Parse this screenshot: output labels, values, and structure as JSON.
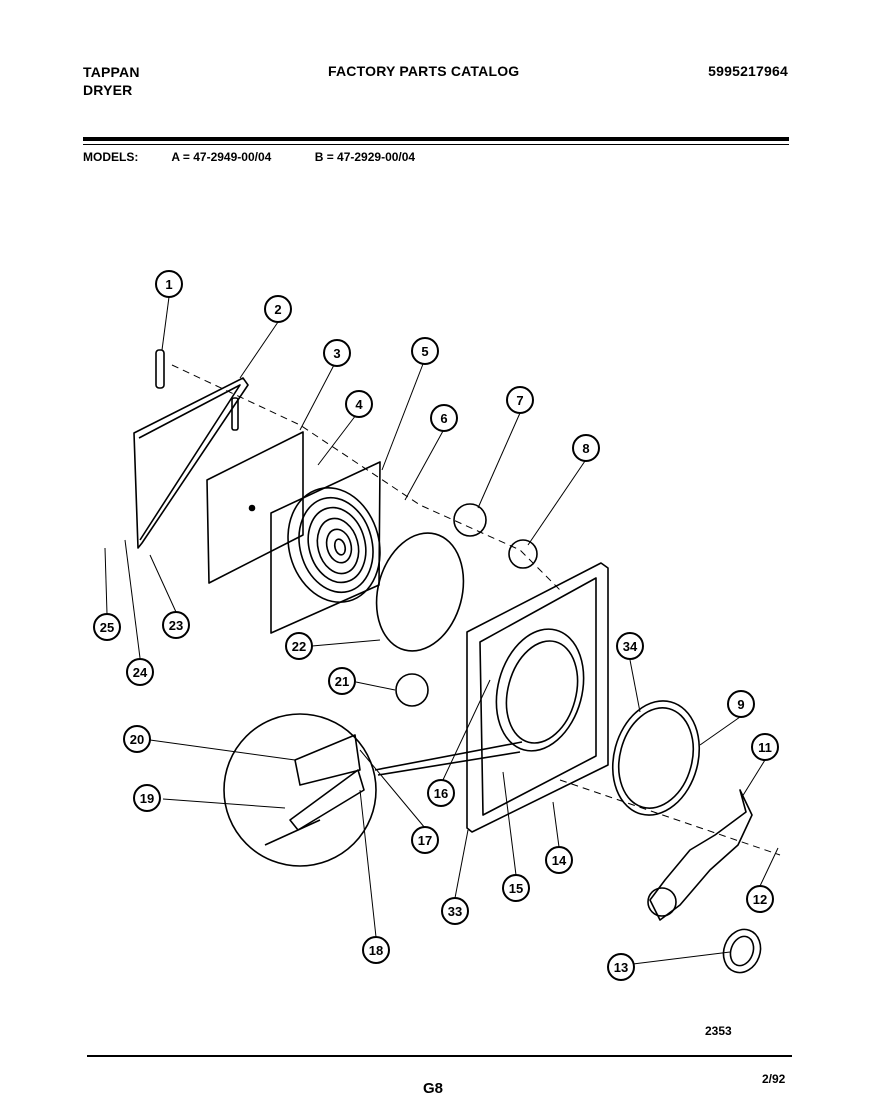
{
  "header": {
    "brand_line1": "TAPPAN",
    "brand_line2": "DRYER",
    "catalog_title": "FACTORY PARTS CATALOG",
    "catalog_number": "5995217964"
  },
  "models": {
    "label": "MODELS:",
    "model_a": "A = 47-2949-00/04",
    "model_b": "B = 47-2929-00/04"
  },
  "diagram": {
    "callouts": [
      "1",
      "2",
      "3",
      "4",
      "5",
      "6",
      "7",
      "8",
      "9",
      "11",
      "12",
      "13",
      "14",
      "15",
      "16",
      "17",
      "18",
      "19",
      "20",
      "21",
      "22",
      "23",
      "24",
      "25",
      "33",
      "34"
    ]
  },
  "footer": {
    "figure_number": "2353",
    "page_code": "G8",
    "date": "2/92"
  }
}
